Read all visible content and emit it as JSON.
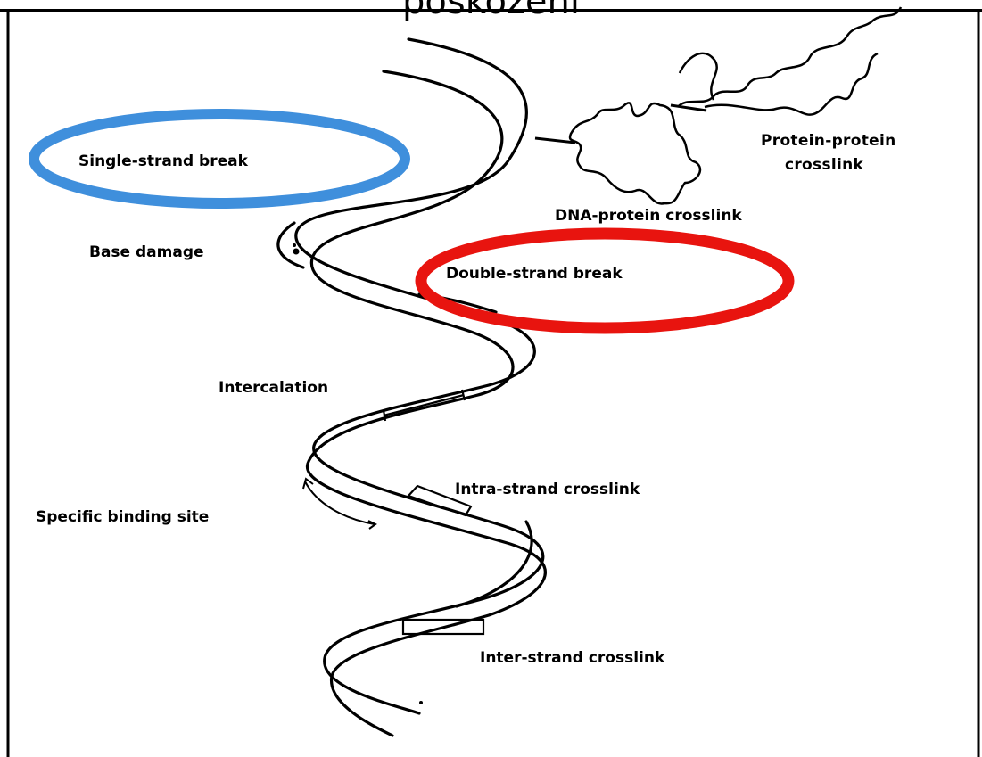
{
  "heading": "poškozeni",
  "labels": {
    "single_strand_break": "Single-strand break",
    "base_damage": "Base damage",
    "protein_protein_line1": "Protein-protein",
    "protein_protein_line2": "crosslink",
    "dna_protein": "DNA-protein crosslink",
    "double_strand_break": "Double-strand break",
    "intercalation": "Intercalation",
    "intra_strand": "Intra-strand crosslink",
    "specific_binding": "Specific binding site",
    "inter_strand": "Inter-strand crosslink"
  },
  "highlight_colors": {
    "single_strand_break": "#3f8fdc",
    "double_strand_break": "#e8140f"
  }
}
